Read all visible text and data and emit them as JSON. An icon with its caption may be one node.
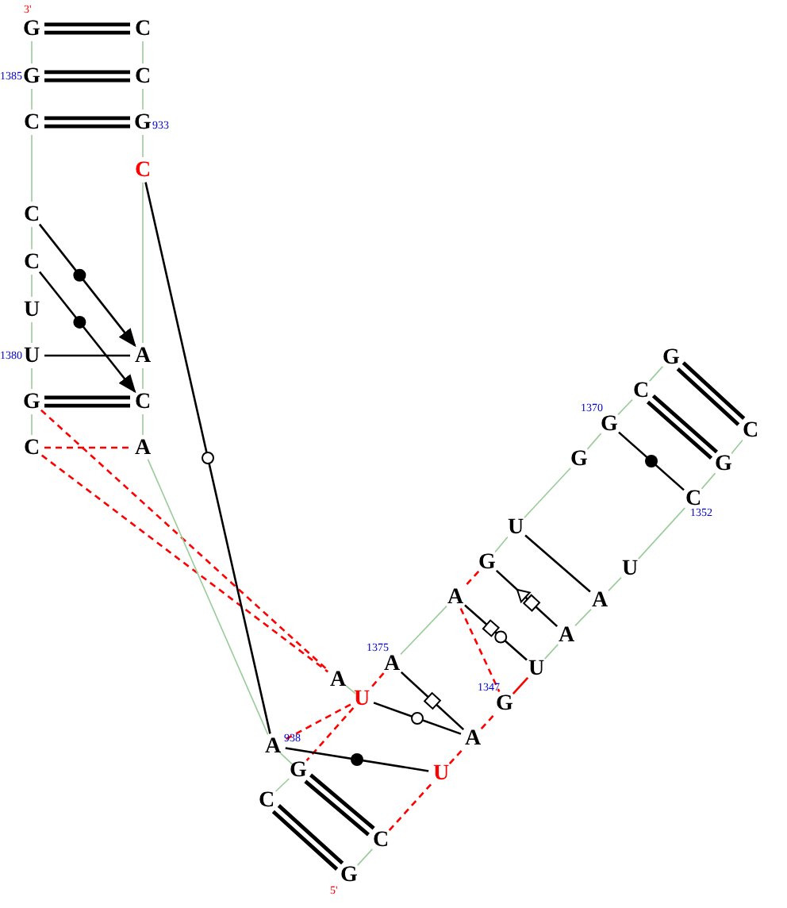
{
  "diagram": {
    "nodes": [
      {
        "text": [
          "G"
        ],
        "beside": [
          "3'"
        ]
      },
      {
        "text": [
          "C"
        ]
      },
      {
        "text": [
          "G"
        ],
        "beside": [
          "1385"
        ]
      },
      {
        "text": [
          "C"
        ]
      },
      {
        "text": [
          "C"
        ]
      },
      {
        "text": [
          "G"
        ],
        "beside": [
          "933"
        ]
      },
      {
        "text": [
          "C"
        ]
      },
      {
        "text": [
          "C"
        ]
      },
      {
        "text": [
          "C"
        ]
      },
      {
        "text": [
          "U"
        ]
      },
      {
        "text": [
          "U"
        ],
        "beside": [
          "1380"
        ]
      },
      {
        "text": [
          "A"
        ]
      },
      {
        "text": [
          "G"
        ]
      },
      {
        "text": [
          "C"
        ]
      },
      {
        "text": [
          "C"
        ]
      },
      {
        "text": [
          "A"
        ]
      },
      {
        "text": [
          "G"
        ]
      },
      {
        "text": [
          "C"
        ]
      },
      {
        "text": [
          "G"
        ],
        "beside": [
          "1370"
        ]
      },
      {
        "text": [
          "C"
        ]
      },
      {
        "text": [
          "G"
        ]
      },
      {
        "text": [
          "G"
        ]
      },
      {
        "text": [
          "C"
        ],
        "beside": [
          "1352"
        ]
      },
      {
        "text": [
          "U"
        ]
      },
      {
        "text": [
          "G"
        ]
      },
      {
        "text": [
          "U"
        ]
      },
      {
        "text": [
          "A"
        ]
      },
      {
        "text": [
          "A"
        ]
      },
      {
        "text": [
          "A"
        ]
      },
      {
        "text": [
          "A"
        ],
        "beside": [
          "1375"
        ]
      },
      {
        "text": [
          "U"
        ]
      },
      {
        "text": [
          "A"
        ]
      },
      {
        "text": [
          "U"
        ]
      },
      {
        "text": [
          "G"
        ],
        "beside": [
          "1347"
        ]
      },
      {
        "text": [
          "A"
        ]
      },
      {
        "text": [
          "A"
        ],
        "beside": [
          "938"
        ]
      },
      {
        "text": [
          "G"
        ]
      },
      {
        "text": [
          "U"
        ]
      },
      {
        "text": [
          "C"
        ]
      },
      {
        "text": [
          "C"
        ]
      },
      {
        "text": [
          "G"
        ],
        "beside": [
          "5'"
        ]
      }
    ],
    "edges": [
      {
        "from": 0,
        "to": 1,
        "arrow": "none",
        "style": "thick",
        "color": "#000000"
      },
      {
        "from": 2,
        "to": 3,
        "arrow": "none",
        "style": "thick",
        "color": "#000000"
      },
      {
        "from": 4,
        "to": 5,
        "arrow": "none",
        "style": "thick",
        "color": "#000000"
      },
      {
        "from": 7,
        "to": 11,
        "arrow": "to",
        "color": "#000000"
      },
      {
        "from": 8,
        "to": 13,
        "arrow": "to",
        "color": "#000000"
      },
      {
        "from": 10,
        "to": 11,
        "arrow": "none",
        "color": "#000000"
      },
      {
        "from": 12,
        "to": 13,
        "arrow": "none",
        "style": "thick",
        "color": "#000000"
      },
      {
        "from": 14,
        "to": 15,
        "arrow": "none",
        "style": "dashed",
        "color": "#ff0000"
      },
      {
        "from": 12,
        "to": 31,
        "arrow": "none",
        "style": "dashed",
        "color": "#ff0000"
      },
      {
        "from": 14,
        "to": 31,
        "arrow": "none",
        "style": "dashed",
        "color": "#ff0000"
      },
      {
        "from": 6,
        "to": 35,
        "arrow": "none",
        "color": "#000000"
      },
      {
        "from": 16,
        "to": 19,
        "arrow": "none",
        "style": "thick",
        "color": "#000000"
      },
      {
        "from": 17,
        "to": 21,
        "arrow": "none",
        "style": "thick",
        "color": "#000000"
      },
      {
        "from": 18,
        "to": 22,
        "arrow": "none",
        "color": "#000000"
      },
      {
        "from": 23,
        "to": 27,
        "arrow": "none",
        "color": "#000000"
      },
      {
        "from": 28,
        "to": 24,
        "arrow": "to",
        "color": "#000000"
      },
      {
        "from": 26,
        "to": 30,
        "arrow": "none",
        "color": "#000000"
      },
      {
        "from": 26,
        "to": 33,
        "arrow": "none",
        "style": "dashed",
        "color": "#ff0000"
      },
      {
        "from": 29,
        "to": 34,
        "arrow": "none",
        "color": "#000000"
      },
      {
        "from": 32,
        "to": 34,
        "arrow": "none",
        "color": "#000000"
      },
      {
        "from": 32,
        "to": 35,
        "arrow": "none",
        "style": "dashed",
        "color": "#ff0000"
      },
      {
        "from": 32,
        "to": 36,
        "arrow": "none",
        "style": "dashed",
        "color": "#ff0000"
      },
      {
        "from": 35,
        "to": 37,
        "arrow": "none",
        "color": "#000000"
      },
      {
        "from": 36,
        "to": 39,
        "arrow": "none",
        "style": "thick",
        "color": "#000000"
      },
      {
        "from": 38,
        "to": 40,
        "arrow": "none",
        "style": "thick",
        "color": "#000000"
      },
      {
        "from": 0,
        "to": 2,
        "arrow": "none"
      },
      {
        "from": 2,
        "to": 4,
        "arrow": "none"
      },
      {
        "from": 4,
        "to": 7,
        "arrow": "none"
      },
      {
        "from": 7,
        "to": 8,
        "arrow": "none"
      },
      {
        "from": 8,
        "to": 9,
        "arrow": "none"
      },
      {
        "from": 9,
        "to": 10,
        "arrow": "none"
      },
      {
        "from": 10,
        "to": 12,
        "arrow": "none"
      },
      {
        "from": 12,
        "to": 14,
        "arrow": "none"
      },
      {
        "from": 1,
        "to": 3,
        "arrow": "none"
      },
      {
        "from": 3,
        "to": 5,
        "arrow": "none"
      },
      {
        "from": 5,
        "to": 6,
        "arrow": "none"
      },
      {
        "from": 6,
        "to": 11,
        "arrow": "none"
      },
      {
        "from": 11,
        "to": 13,
        "arrow": "none"
      },
      {
        "from": 13,
        "to": 15,
        "arrow": "none"
      },
      {
        "from": 15,
        "to": 35,
        "arrow": "none"
      },
      {
        "from": 35,
        "to": 36,
        "arrow": "none"
      },
      {
        "from": 36,
        "to": 38,
        "arrow": "none"
      },
      {
        "from": 40,
        "to": 39,
        "arrow": "none"
      },
      {
        "from": 39,
        "to": 37,
        "arrow": "none",
        "style": "dashed",
        "color": "#ff0000"
      },
      {
        "from": 37,
        "to": 34,
        "arrow": "none",
        "style": "dashed",
        "color": "#ff0000"
      },
      {
        "from": 34,
        "to": 33,
        "arrow": "none",
        "style": "dashed",
        "color": "#ff0000"
      },
      {
        "from": 33,
        "to": 30,
        "arrow": "none",
        "color": "#ff0000"
      },
      {
        "from": 30,
        "to": 28,
        "arrow": "none"
      },
      {
        "from": 28,
        "to": 27,
        "arrow": "none"
      },
      {
        "from": 27,
        "to": 25,
        "arrow": "none"
      },
      {
        "from": 25,
        "to": 22,
        "arrow": "none"
      },
      {
        "from": 22,
        "to": 21,
        "arrow": "none"
      },
      {
        "from": 21,
        "to": 19,
        "arrow": "none"
      },
      {
        "from": 16,
        "to": 17,
        "arrow": "none"
      },
      {
        "from": 17,
        "to": 18,
        "arrow": "none"
      },
      {
        "from": 18,
        "to": 20,
        "arrow": "none"
      },
      {
        "from": 20,
        "to": 23,
        "arrow": "none"
      },
      {
        "from": 23,
        "to": 24,
        "arrow": "none"
      },
      {
        "from": 24,
        "to": 26,
        "arrow": "none",
        "style": "dashed",
        "color": "#ff0000"
      },
      {
        "from": 26,
        "to": 29,
        "arrow": "none"
      },
      {
        "from": 29,
        "to": 32,
        "arrow": "none",
        "style": "dashed",
        "color": "#ff0000"
      },
      {
        "from": 32,
        "to": 31,
        "arrow": "none"
      }
    ]
  }
}
